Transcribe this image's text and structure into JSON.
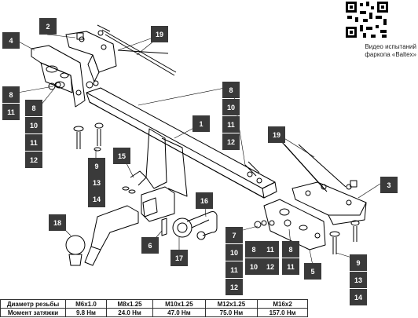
{
  "qr": {
    "caption_line1": "Видео испытаний",
    "caption_line2": "фаркопа «Baltex»"
  },
  "callouts": [
    {
      "id": "c2",
      "label": "2"
    },
    {
      "id": "c4",
      "label": "4"
    },
    {
      "id": "c19a",
      "label": "19"
    },
    {
      "id": "c8a",
      "label": "8"
    },
    {
      "id": "c11a",
      "label": "11"
    },
    {
      "id": "c8b",
      "label": "8"
    },
    {
      "id": "c10b",
      "label": "10"
    },
    {
      "id": "c11b",
      "label": "11"
    },
    {
      "id": "c12b",
      "label": "12"
    },
    {
      "id": "c8c",
      "label": "8"
    },
    {
      "id": "c10c",
      "label": "10"
    },
    {
      "id": "c11c",
      "label": "11"
    },
    {
      "id": "c12c",
      "label": "12"
    },
    {
      "id": "c1",
      "label": "1"
    },
    {
      "id": "c9a",
      "label": "9"
    },
    {
      "id": "c13a",
      "label": "13"
    },
    {
      "id": "c14a",
      "label": "14"
    },
    {
      "id": "c15",
      "label": "15"
    },
    {
      "id": "c19b",
      "label": "19"
    },
    {
      "id": "c3",
      "label": "3"
    },
    {
      "id": "c16",
      "label": "16"
    },
    {
      "id": "c18",
      "label": "18"
    },
    {
      "id": "c6",
      "label": "6"
    },
    {
      "id": "c17",
      "label": "17"
    },
    {
      "id": "c7",
      "label": "7"
    },
    {
      "id": "c10d",
      "label": "10"
    },
    {
      "id": "c11d",
      "label": "11"
    },
    {
      "id": "c12d",
      "label": "12"
    },
    {
      "id": "c8d",
      "label": "8"
    },
    {
      "id": "c10e",
      "label": "10"
    },
    {
      "id": "c11e",
      "label": "11"
    },
    {
      "id": "c12e",
      "label": "12"
    },
    {
      "id": "c8f",
      "label": "8"
    },
    {
      "id": "c11f",
      "label": "11"
    },
    {
      "id": "c5",
      "label": "5"
    },
    {
      "id": "c9b",
      "label": "9"
    },
    {
      "id": "c13b",
      "label": "13"
    },
    {
      "id": "c14b",
      "label": "14"
    }
  ],
  "torque_table": {
    "row1_label": "Диаметр резьбы",
    "row2_label": "Момент затяжки",
    "threads": [
      "M6x1.0",
      "M8x1.25",
      "M10x1.25",
      "M12x1.25",
      "M16x2"
    ],
    "torques": [
      "9.8 Нм",
      "24.0 Нм",
      "47.0 Нм",
      "75.0 Нм",
      "157.0 Нм"
    ]
  },
  "colors": {
    "callout_bg": "#3a3a3a",
    "callout_text": "#ffffff",
    "line": "#000000"
  }
}
